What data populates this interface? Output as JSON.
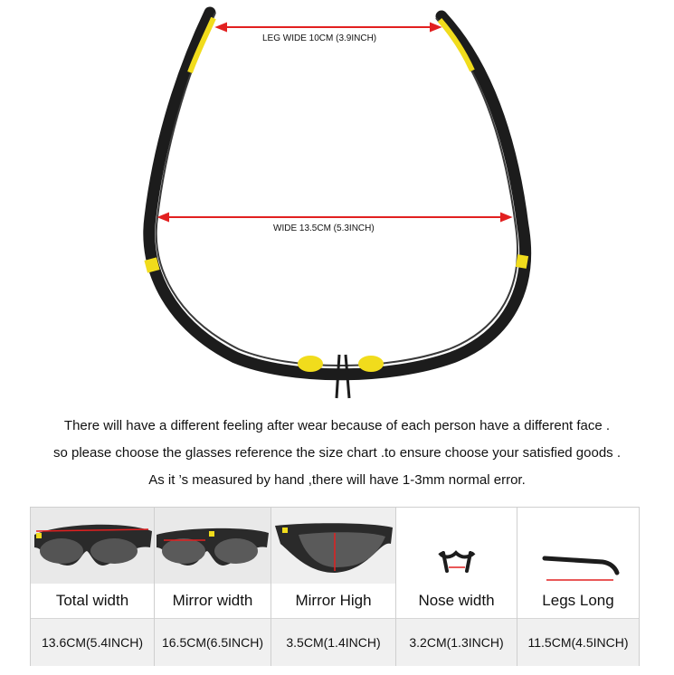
{
  "dimensions": {
    "leg_wide": "LEG WIDE 10CM (3.9INCH)",
    "wide": "WIDE 13.5CM (5.3INCH)"
  },
  "notes": [
    "There will have a different feeling after wear because of each person have a different face .",
    "so please choose the glasses reference the size chart .to ensure choose your satisfied goods .",
    "As it ’s  measured by hand ,there will have 1-3mm normal error."
  ],
  "size_chart": {
    "columns": [
      {
        "header": "Total width",
        "value": "13.6CM(5.4INCH)",
        "icon": "total-width-photo"
      },
      {
        "header": "Mirror width",
        "value": "16.5CM(6.5INCH)",
        "icon": "mirror-width-photo"
      },
      {
        "header": "Mirror High",
        "value": "3.5CM(1.4INCH)",
        "icon": "mirror-high-photo"
      },
      {
        "header": "Nose width",
        "value": "3.2CM(1.3INCH)",
        "icon": "nose-bridge-icon"
      },
      {
        "header": "Legs Long",
        "value": "11.5CM(4.5INCH)",
        "icon": "temple-leg-icon"
      }
    ]
  },
  "colors": {
    "frame": "#1c1c1c",
    "accent_yellow": "#f1dc1c",
    "measure_red": "#e22020"
  }
}
